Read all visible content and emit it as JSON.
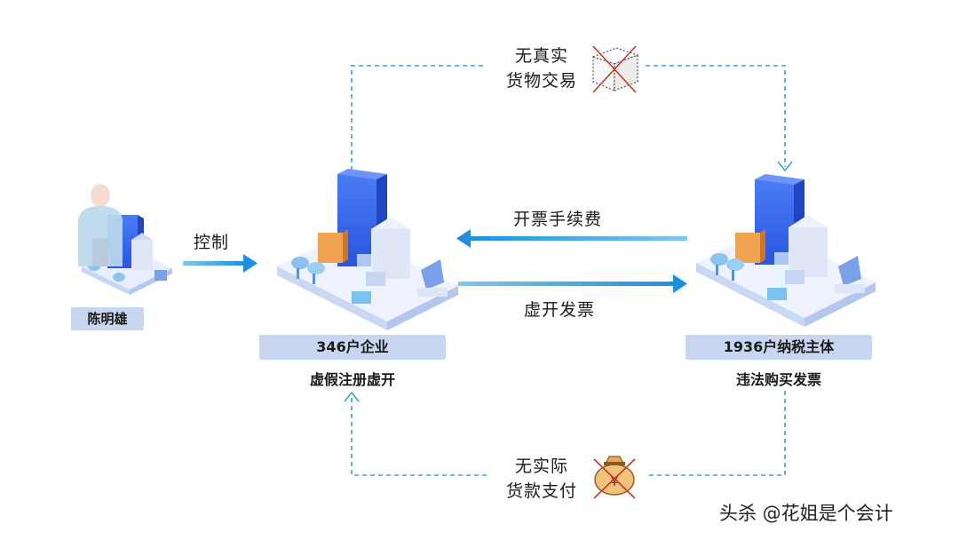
{
  "person": {
    "name": "陈明雄"
  },
  "control_label": "控制",
  "company_left": {
    "count_label": "346户企业",
    "desc": "虚假注册虚开"
  },
  "company_right": {
    "count_label": "1936户纳税主体",
    "desc": "违法购买发票"
  },
  "flow_fee": "开票手续费",
  "flow_invoice": "虚开发票",
  "no_goods": {
    "line1": "无真实",
    "line2": "货物交易"
  },
  "no_payment": {
    "line1": "无实际",
    "line2": "货款支付"
  },
  "watermark": "头杀 @花姐是个会计",
  "colors": {
    "arrow": "#1e9de0",
    "dashed": "#35a7cf",
    "badge": "#c9d6ef",
    "cross": "#c0392b"
  }
}
